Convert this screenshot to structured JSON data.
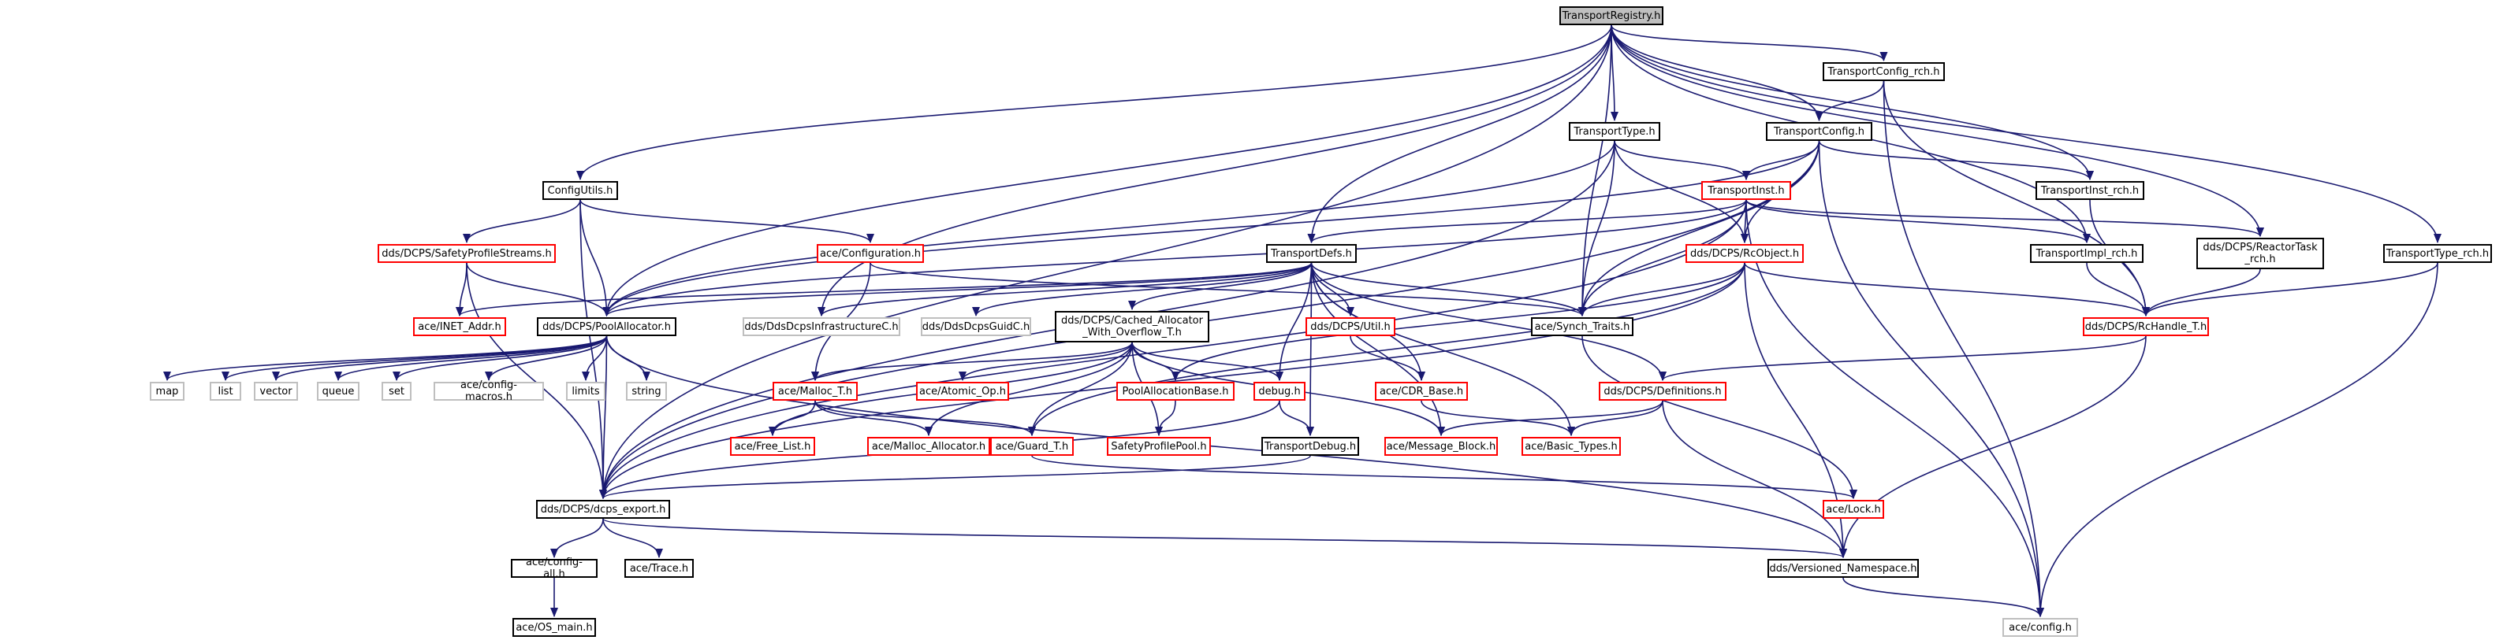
{
  "diagram": {
    "nodes": [
      {
        "id": "TransportRegistry_h",
        "label": "TransportRegistry.h",
        "style": "root",
        "clickable": false
      },
      {
        "id": "TransportConfig_rch_h",
        "label": "TransportConfig_rch.h",
        "style": "black",
        "clickable": true
      },
      {
        "id": "TransportType_h",
        "label": "TransportType.h",
        "style": "black",
        "clickable": true
      },
      {
        "id": "TransportConfig_h",
        "label": "TransportConfig.h",
        "style": "black",
        "clickable": true
      },
      {
        "id": "ConfigUtils_h",
        "label": "ConfigUtils.h",
        "style": "black",
        "clickable": true
      },
      {
        "id": "TransportInst_h",
        "label": "TransportInst.h",
        "style": "red",
        "clickable": true
      },
      {
        "id": "TransportInst_rch_h",
        "label": "TransportInst_rch.h",
        "style": "black",
        "clickable": true
      },
      {
        "id": "SafetyProfileStreams_h",
        "label": "dds/DCPS/SafetyProfileStreams.h",
        "style": "red",
        "clickable": true
      },
      {
        "id": "Configuration_h",
        "label": "ace/Configuration.h",
        "style": "red",
        "clickable": true
      },
      {
        "id": "TransportDefs_h",
        "label": "TransportDefs.h",
        "style": "black",
        "clickable": true
      },
      {
        "id": "RcObject_h",
        "label": "dds/DCPS/RcObject.h",
        "style": "red",
        "clickable": true
      },
      {
        "id": "TransportImpl_rch_h",
        "label": "TransportImpl_rch.h",
        "style": "black",
        "clickable": true
      },
      {
        "id": "ReactorTask_rch_h",
        "label": "dds/DCPS/ReactorTask\n_rch.h",
        "style": "black",
        "clickable": true
      },
      {
        "id": "TransportType_rch_h",
        "label": "TransportType_rch.h",
        "style": "black",
        "clickable": true
      },
      {
        "id": "INET_Addr_h",
        "label": "ace/INET_Addr.h",
        "style": "red",
        "clickable": true
      },
      {
        "id": "PoolAllocator_h",
        "label": "dds/DCPS/PoolAllocator.h",
        "style": "black",
        "clickable": true
      },
      {
        "id": "DdsDcpsInfrastructureC_h",
        "label": "dds/DdsDcpsInfrastructureC.h",
        "style": "grey",
        "clickable": false
      },
      {
        "id": "DdsDcpsGuidC_h",
        "label": "dds/DdsDcpsGuidC.h",
        "style": "grey",
        "clickable": false
      },
      {
        "id": "Cached_Allocator_h",
        "label": "dds/DCPS/Cached_Allocator\n_With_Overflow_T.h",
        "style": "black",
        "clickable": true
      },
      {
        "id": "Util_h",
        "label": "dds/DCPS/Util.h",
        "style": "red",
        "clickable": true
      },
      {
        "id": "Synch_Traits_h",
        "label": "ace/Synch_Traits.h",
        "style": "black",
        "clickable": true
      },
      {
        "id": "RcHandle_T_h",
        "label": "dds/DCPS/RcHandle_T.h",
        "style": "red",
        "clickable": true
      },
      {
        "id": "map",
        "label": "map",
        "style": "grey",
        "clickable": false
      },
      {
        "id": "list",
        "label": "list",
        "style": "grey",
        "clickable": false
      },
      {
        "id": "vector",
        "label": "vector",
        "style": "grey",
        "clickable": false
      },
      {
        "id": "queue",
        "label": "queue",
        "style": "grey",
        "clickable": false
      },
      {
        "id": "set",
        "label": "set",
        "style": "grey",
        "clickable": false
      },
      {
        "id": "config_macros_h",
        "label": "ace/config-macros.h",
        "style": "grey",
        "clickable": false
      },
      {
        "id": "limits",
        "label": "limits",
        "style": "grey",
        "clickable": false
      },
      {
        "id": "string",
        "label": "string",
        "style": "grey",
        "clickable": false
      },
      {
        "id": "Malloc_T_h",
        "label": "ace/Malloc_T.h",
        "style": "red",
        "clickable": true
      },
      {
        "id": "Atomic_Op_h",
        "label": "ace/Atomic_Op.h",
        "style": "red",
        "clickable": true
      },
      {
        "id": "PoolAllocationBase_h",
        "label": "PoolAllocationBase.h",
        "style": "red",
        "clickable": true
      },
      {
        "id": "debug_h",
        "label": "debug.h",
        "style": "red",
        "clickable": true
      },
      {
        "id": "CDR_Base_h",
        "label": "ace/CDR_Base.h",
        "style": "red",
        "clickable": true
      },
      {
        "id": "Definitions_h",
        "label": "dds/DCPS/Definitions.h",
        "style": "red",
        "clickable": true
      },
      {
        "id": "Free_List_h",
        "label": "ace/Free_List.h",
        "style": "red",
        "clickable": true
      },
      {
        "id": "Malloc_Allocator_h",
        "label": "ace/Malloc_Allocator.h",
        "style": "red",
        "clickable": true
      },
      {
        "id": "Guard_T_h",
        "label": "ace/Guard_T.h",
        "style": "red",
        "clickable": true
      },
      {
        "id": "SafetyProfilePool_h",
        "label": "SafetyProfilePool.h",
        "style": "red",
        "clickable": true
      },
      {
        "id": "TransportDebug_h",
        "label": "TransportDebug.h",
        "style": "black",
        "clickable": true
      },
      {
        "id": "Message_Block_h",
        "label": "ace/Message_Block.h",
        "style": "red",
        "clickable": true
      },
      {
        "id": "Basic_Types_h",
        "label": "ace/Basic_Types.h",
        "style": "red",
        "clickable": true
      },
      {
        "id": "dcps_export_h",
        "label": "dds/DCPS/dcps_export.h",
        "style": "black",
        "clickable": true
      },
      {
        "id": "Lock_h",
        "label": "ace/Lock.h",
        "style": "red",
        "clickable": true
      },
      {
        "id": "config_all_h",
        "label": "ace/config-all.h",
        "style": "black",
        "clickable": true
      },
      {
        "id": "Trace_h",
        "label": "ace/Trace.h",
        "style": "black",
        "clickable": true
      },
      {
        "id": "Versioned_Namespace_h",
        "label": "dds/Versioned_Namespace.h",
        "style": "black",
        "clickable": true
      },
      {
        "id": "OS_main_h",
        "label": "ace/OS_main.h",
        "style": "black",
        "clickable": true
      },
      {
        "id": "config_h",
        "label": "ace/config.h",
        "style": "grey",
        "clickable": false
      }
    ],
    "edges": [
      [
        "TransportRegistry_h",
        "TransportConfig_rch_h"
      ],
      [
        "TransportRegistry_h",
        "TransportType_h"
      ],
      [
        "TransportRegistry_h",
        "TransportConfig_h"
      ],
      [
        "TransportRegistry_h",
        "ConfigUtils_h"
      ],
      [
        "TransportRegistry_h",
        "TransportInst_rch_h"
      ],
      [
        "TransportRegistry_h",
        "TransportDefs_h"
      ],
      [
        "TransportRegistry_h",
        "TransportImpl_rch_h"
      ],
      [
        "TransportRegistry_h",
        "ReactorTask_rch_h"
      ],
      [
        "TransportRegistry_h",
        "TransportType_rch_h"
      ],
      [
        "TransportRegistry_h",
        "PoolAllocator_h"
      ],
      [
        "TransportRegistry_h",
        "DdsDcpsInfrastructureC_h"
      ],
      [
        "TransportRegistry_h",
        "Synch_Traits_h"
      ],
      [
        "TransportRegistry_h",
        "dcps_export_h"
      ],
      [
        "TransportConfig_rch_h",
        "TransportConfig_h"
      ],
      [
        "TransportConfig_rch_h",
        "RcHandle_T_h"
      ],
      [
        "TransportConfig_rch_h",
        "config_h"
      ],
      [
        "TransportType_h",
        "TransportInst_h"
      ],
      [
        "TransportType_h",
        "RcObject_h"
      ],
      [
        "TransportType_h",
        "PoolAllocator_h"
      ],
      [
        "TransportType_h",
        "Synch_Traits_h"
      ],
      [
        "TransportType_h",
        "dcps_export_h"
      ],
      [
        "TransportConfig_h",
        "TransportInst_h"
      ],
      [
        "TransportConfig_h",
        "TransportInst_rch_h"
      ],
      [
        "TransportConfig_h",
        "RcObject_h"
      ],
      [
        "TransportConfig_h",
        "PoolAllocator_h"
      ],
      [
        "TransportConfig_h",
        "Synch_Traits_h"
      ],
      [
        "TransportConfig_h",
        "dcps_export_h"
      ],
      [
        "TransportConfig_h",
        "config_h"
      ],
      [
        "ConfigUtils_h",
        "SafetyProfileStreams_h"
      ],
      [
        "ConfigUtils_h",
        "Configuration_h"
      ],
      [
        "ConfigUtils_h",
        "PoolAllocator_h"
      ],
      [
        "ConfigUtils_h",
        "dcps_export_h"
      ],
      [
        "TransportInst_h",
        "TransportDefs_h"
      ],
      [
        "TransportInst_h",
        "RcObject_h"
      ],
      [
        "TransportInst_h",
        "TransportImpl_rch_h"
      ],
      [
        "TransportInst_h",
        "ReactorTask_rch_h"
      ],
      [
        "TransportInst_h",
        "PoolAllocator_h"
      ],
      [
        "TransportInst_h",
        "Synch_Traits_h"
      ],
      [
        "TransportInst_h",
        "dcps_export_h"
      ],
      [
        "TransportInst_h",
        "config_h"
      ],
      [
        "TransportInst_rch_h",
        "RcHandle_T_h"
      ],
      [
        "SafetyProfileStreams_h",
        "INET_Addr_h"
      ],
      [
        "SafetyProfileStreams_h",
        "PoolAllocator_h"
      ],
      [
        "SafetyProfileStreams_h",
        "dcps_export_h"
      ],
      [
        "Configuration_h",
        "Synch_Traits_h"
      ],
      [
        "Configuration_h",
        "Malloc_T_h"
      ],
      [
        "TransportDefs_h",
        "INET_Addr_h"
      ],
      [
        "TransportDefs_h",
        "PoolAllocator_h"
      ],
      [
        "TransportDefs_h",
        "DdsDcpsInfrastructureC_h"
      ],
      [
        "TransportDefs_h",
        "DdsDcpsGuidC_h"
      ],
      [
        "TransportDefs_h",
        "Cached_Allocator_h"
      ],
      [
        "TransportDefs_h",
        "Util_h"
      ],
      [
        "TransportDefs_h",
        "Synch_Traits_h"
      ],
      [
        "TransportDefs_h",
        "debug_h"
      ],
      [
        "TransportDefs_h",
        "CDR_Base_h"
      ],
      [
        "TransportDefs_h",
        "Definitions_h"
      ],
      [
        "TransportDefs_h",
        "TransportDebug_h"
      ],
      [
        "TransportDefs_h",
        "Basic_Types_h"
      ],
      [
        "TransportDefs_h",
        "Message_Block_h"
      ],
      [
        "RcObject_h",
        "Synch_Traits_h"
      ],
      [
        "RcObject_h",
        "RcHandle_T_h"
      ],
      [
        "RcObject_h",
        "PoolAllocationBase_h"
      ],
      [
        "RcObject_h",
        "Guard_T_h"
      ],
      [
        "RcObject_h",
        "dcps_export_h"
      ],
      [
        "RcObject_h",
        "Versioned_Namespace_h"
      ],
      [
        "TransportImpl_rch_h",
        "RcHandle_T_h"
      ],
      [
        "ReactorTask_rch_h",
        "RcHandle_T_h"
      ],
      [
        "TransportType_rch_h",
        "RcHandle_T_h"
      ],
      [
        "TransportType_rch_h",
        "config_h"
      ],
      [
        "PoolAllocator_h",
        "map"
      ],
      [
        "PoolAllocator_h",
        "list"
      ],
      [
        "PoolAllocator_h",
        "vector"
      ],
      [
        "PoolAllocator_h",
        "queue"
      ],
      [
        "PoolAllocator_h",
        "set"
      ],
      [
        "PoolAllocator_h",
        "config_macros_h"
      ],
      [
        "PoolAllocator_h",
        "limits"
      ],
      [
        "PoolAllocator_h",
        "string"
      ],
      [
        "PoolAllocator_h",
        "dcps_export_h"
      ],
      [
        "PoolAllocator_h",
        "Versioned_Namespace_h"
      ],
      [
        "Cached_Allocator_h",
        "Malloc_T_h"
      ],
      [
        "Cached_Allocator_h",
        "Atomic_Op_h"
      ],
      [
        "Cached_Allocator_h",
        "PoolAllocationBase_h"
      ],
      [
        "Cached_Allocator_h",
        "debug_h"
      ],
      [
        "Cached_Allocator_h",
        "Free_List_h"
      ],
      [
        "Cached_Allocator_h",
        "Malloc_Allocator_h"
      ],
      [
        "Cached_Allocator_h",
        "Guard_T_h"
      ],
      [
        "Cached_Allocator_h",
        "SafetyProfilePool_h"
      ],
      [
        "Cached_Allocator_h",
        "Message_Block_h"
      ],
      [
        "Util_h",
        "CDR_Base_h"
      ],
      [
        "Synch_Traits_h",
        "Lock_h"
      ],
      [
        "RcHandle_T_h",
        "Definitions_h"
      ],
      [
        "RcHandle_T_h",
        "Versioned_Namespace_h"
      ],
      [
        "Malloc_T_h",
        "Free_List_h"
      ],
      [
        "Malloc_T_h",
        "Malloc_Allocator_h"
      ],
      [
        "Malloc_T_h",
        "Guard_T_h"
      ],
      [
        "PoolAllocationBase_h",
        "SafetyProfilePool_h"
      ],
      [
        "debug_h",
        "TransportDebug_h"
      ],
      [
        "debug_h",
        "dcps_export_h"
      ],
      [
        "CDR_Base_h",
        "Basic_Types_h"
      ],
      [
        "Definitions_h",
        "Message_Block_h"
      ],
      [
        "Definitions_h",
        "Basic_Types_h"
      ],
      [
        "Definitions_h",
        "Versioned_Namespace_h"
      ],
      [
        "Guard_T_h",
        "Lock_h"
      ],
      [
        "TransportDebug_h",
        "dcps_export_h"
      ],
      [
        "dcps_export_h",
        "config_all_h"
      ],
      [
        "dcps_export_h",
        "Trace_h"
      ],
      [
        "dcps_export_h",
        "Versioned_Namespace_h"
      ],
      [
        "config_all_h",
        "OS_main_h"
      ],
      [
        "Versioned_Namespace_h",
        "config_h"
      ]
    ]
  },
  "colors": {
    "edge": "#191970",
    "edge_dark": "#1f1f5f",
    "root_fill": "#bfbfbf",
    "red_border": "#ff0000",
    "grey_border": "#bfbfbf",
    "black_border": "#000000"
  }
}
